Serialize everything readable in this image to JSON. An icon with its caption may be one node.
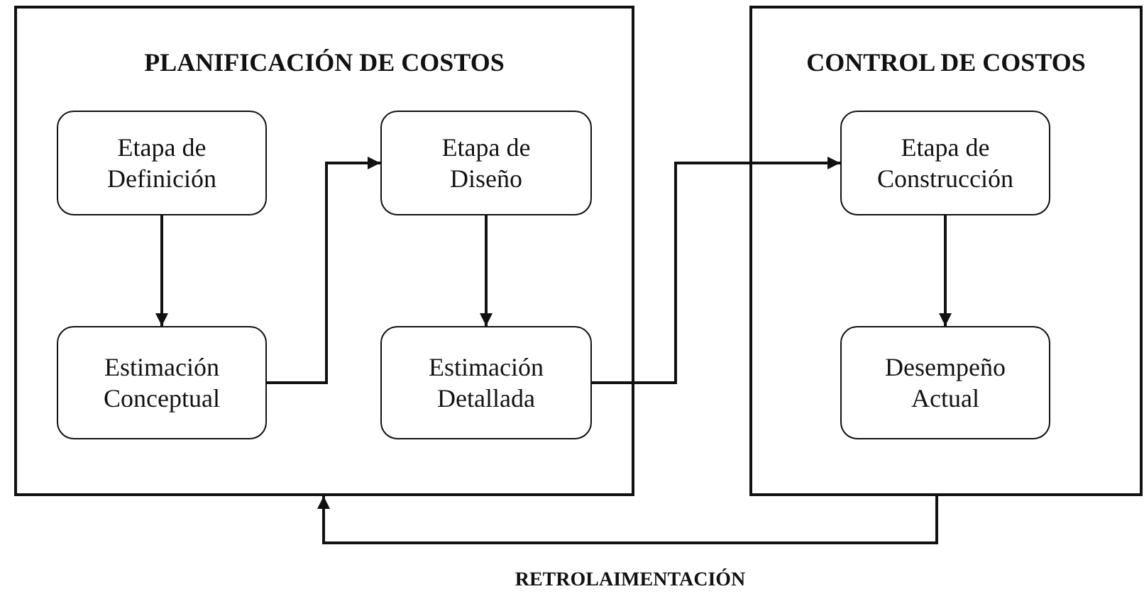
{
  "diagram": {
    "nodes": [
      {
        "text": [
          "PLANIFICACIÓN DE COSTOS"
        ]
      },
      {
        "text": [
          "Etapa de Definición"
        ],
        "in": 0
      },
      {
        "text": [
          "Etapa de Diseño"
        ],
        "in": 0
      },
      {
        "text": [
          "Estimación Conceptual"
        ],
        "in": 0
      },
      {
        "text": [
          "Estimación Detallada"
        ],
        "in": 0
      },
      {
        "text": [
          "CONTROL DE COSTOS"
        ]
      },
      {
        "text": [
          "Etapa de Construcción"
        ],
        "in": 5
      },
      {
        "text": [
          "Desempeño Actual"
        ],
        "in": 5
      }
    ],
    "edges": [
      {
        "from": 1,
        "to": 3,
        "arrow": "to"
      },
      {
        "from": 3,
        "to": 2,
        "arrow": "to"
      },
      {
        "from": 2,
        "to": 4,
        "arrow": "to"
      },
      {
        "from": 4,
        "to": 6,
        "arrow": "to"
      },
      {
        "from": 6,
        "to": 7,
        "arrow": "to"
      },
      {
        "from": 5,
        "to": 0,
        "arrow": "to",
        "label": "RETROLAIMENTACIÓN"
      }
    ]
  }
}
